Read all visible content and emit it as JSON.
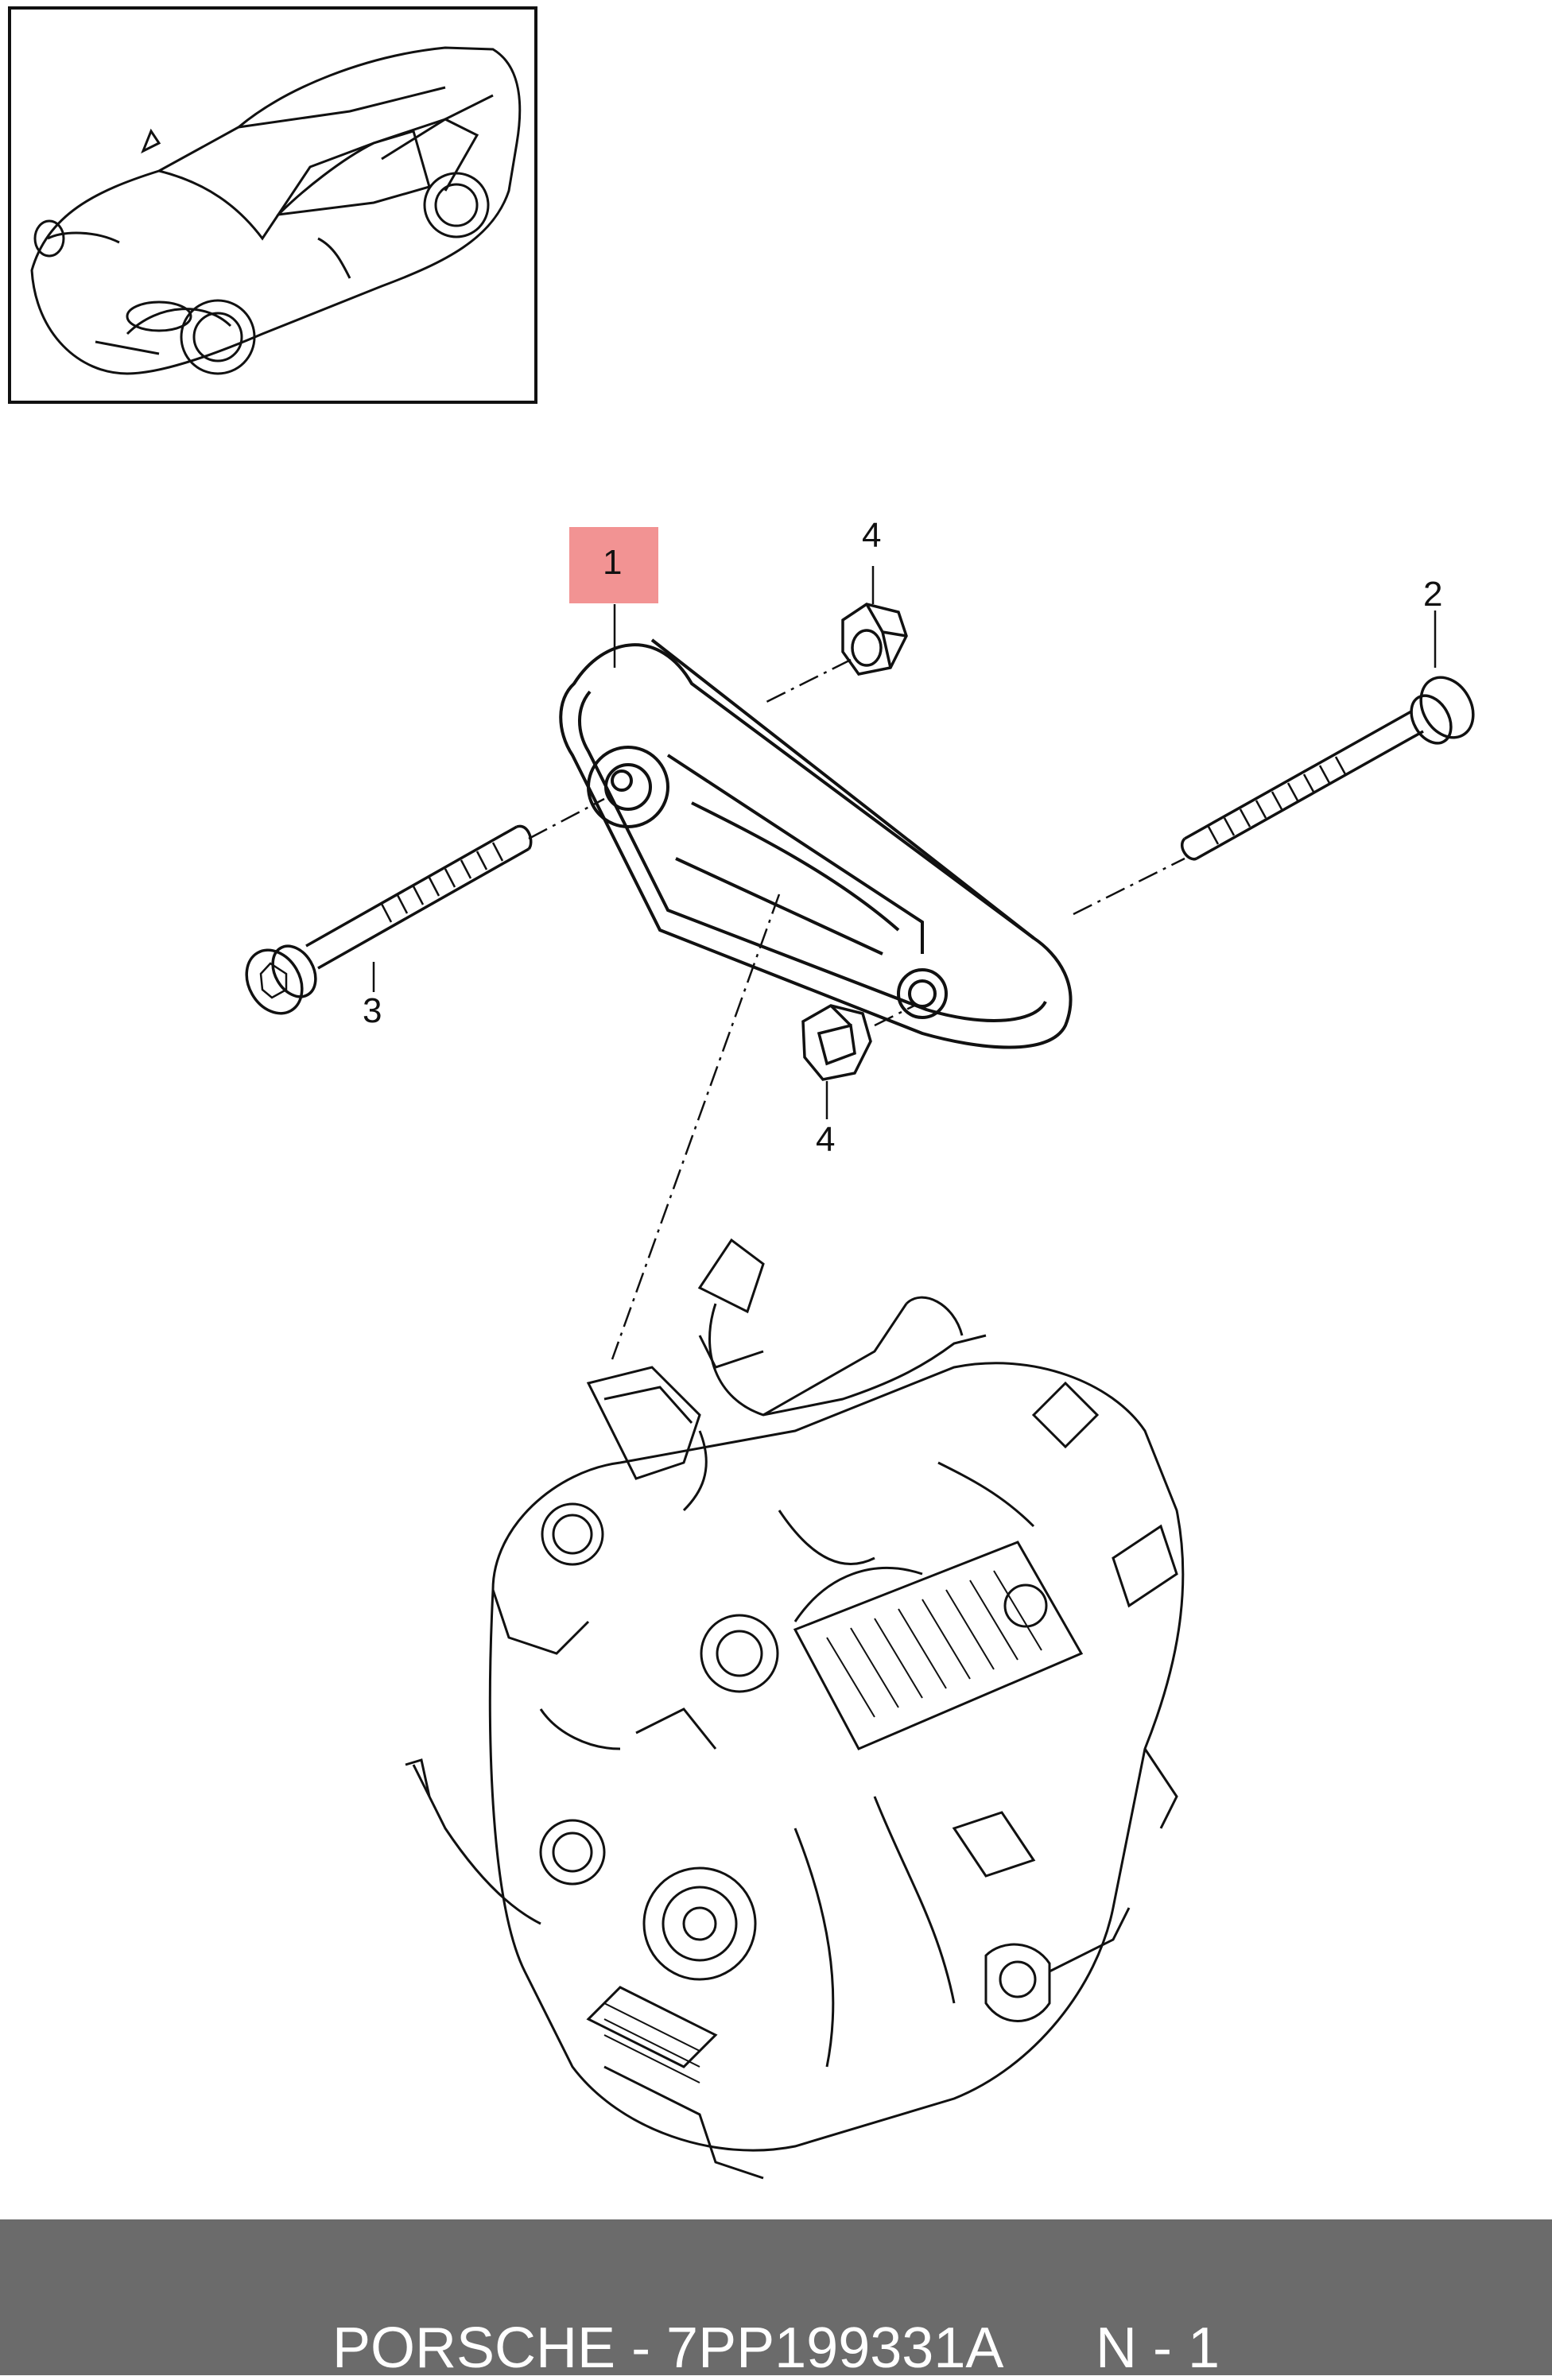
{
  "callouts": {
    "part_1": "1",
    "part_2": "2",
    "part_3": "3",
    "part_4_top": "4",
    "part_4_bottom": "4"
  },
  "footer": {
    "brand_part": "PORSCHE - 7PP199331A",
    "quantity": "N - 1"
  },
  "colors": {
    "highlight": "#f08080",
    "footer_bg": "#6b6b6b",
    "footer_text": "#ffffff",
    "line": "#111111"
  }
}
